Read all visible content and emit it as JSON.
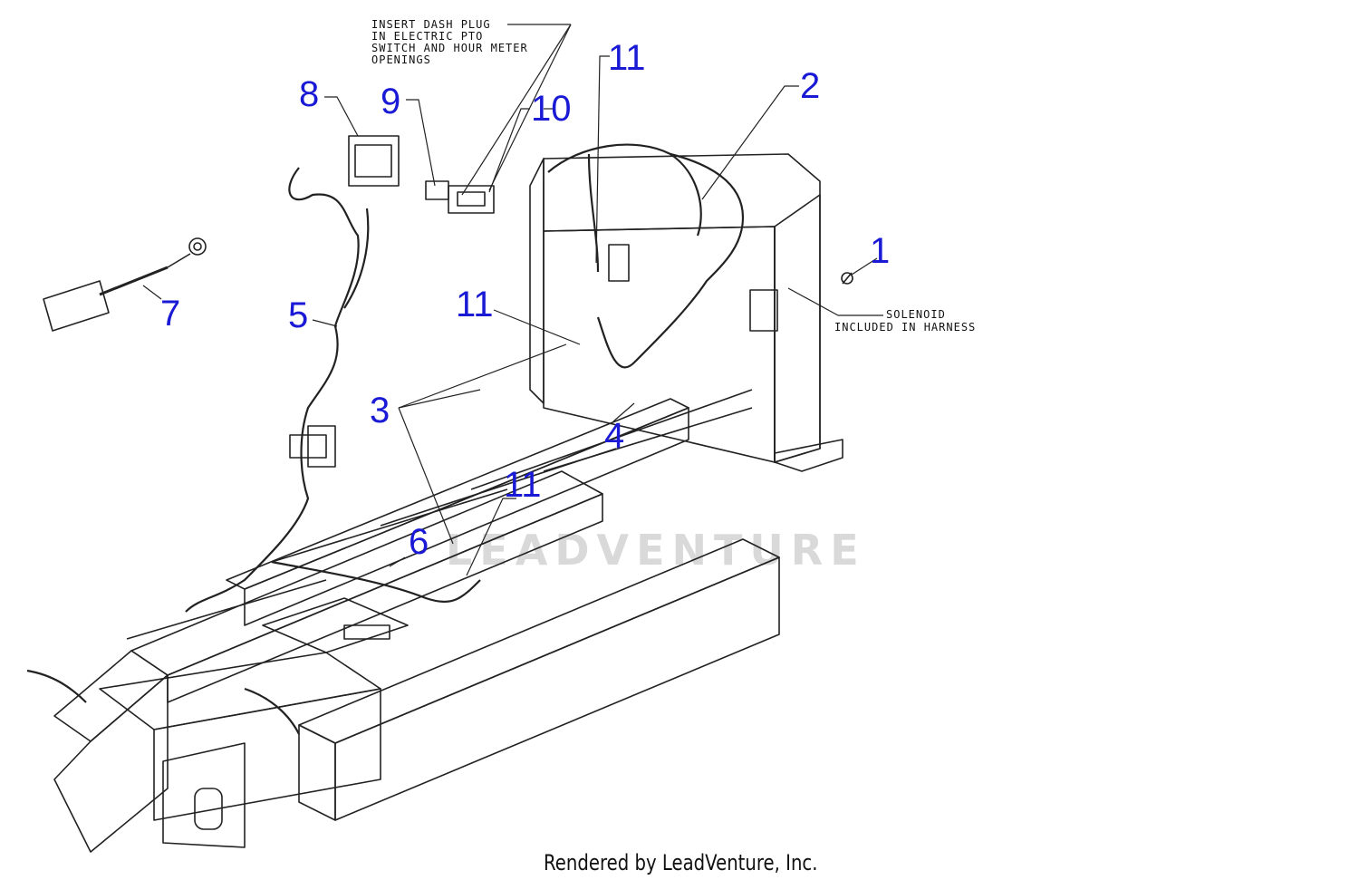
{
  "notes": {
    "dash_plug_line1": "INSERT DASH PLUG",
    "dash_plug_line2": "IN ELECTRIC PTO",
    "dash_plug_line3": "SWITCH AND HOUR METER",
    "dash_plug_line4": "OPENINGS",
    "solenoid_line1": "SOLENOID",
    "solenoid_line2": "INCLUDED IN HARNESS"
  },
  "callouts": [
    "1",
    "2",
    "3",
    "4",
    "5",
    "6",
    "7",
    "8",
    "9",
    "10",
    "11",
    "11",
    "11"
  ],
  "watermark": "LEADVENTURE",
  "footer": "Rendered by LeadVenture, Inc.",
  "colors": {
    "callout": "#1a1ad6",
    "line": "#222222",
    "watermark": "#d9d9d9"
  }
}
